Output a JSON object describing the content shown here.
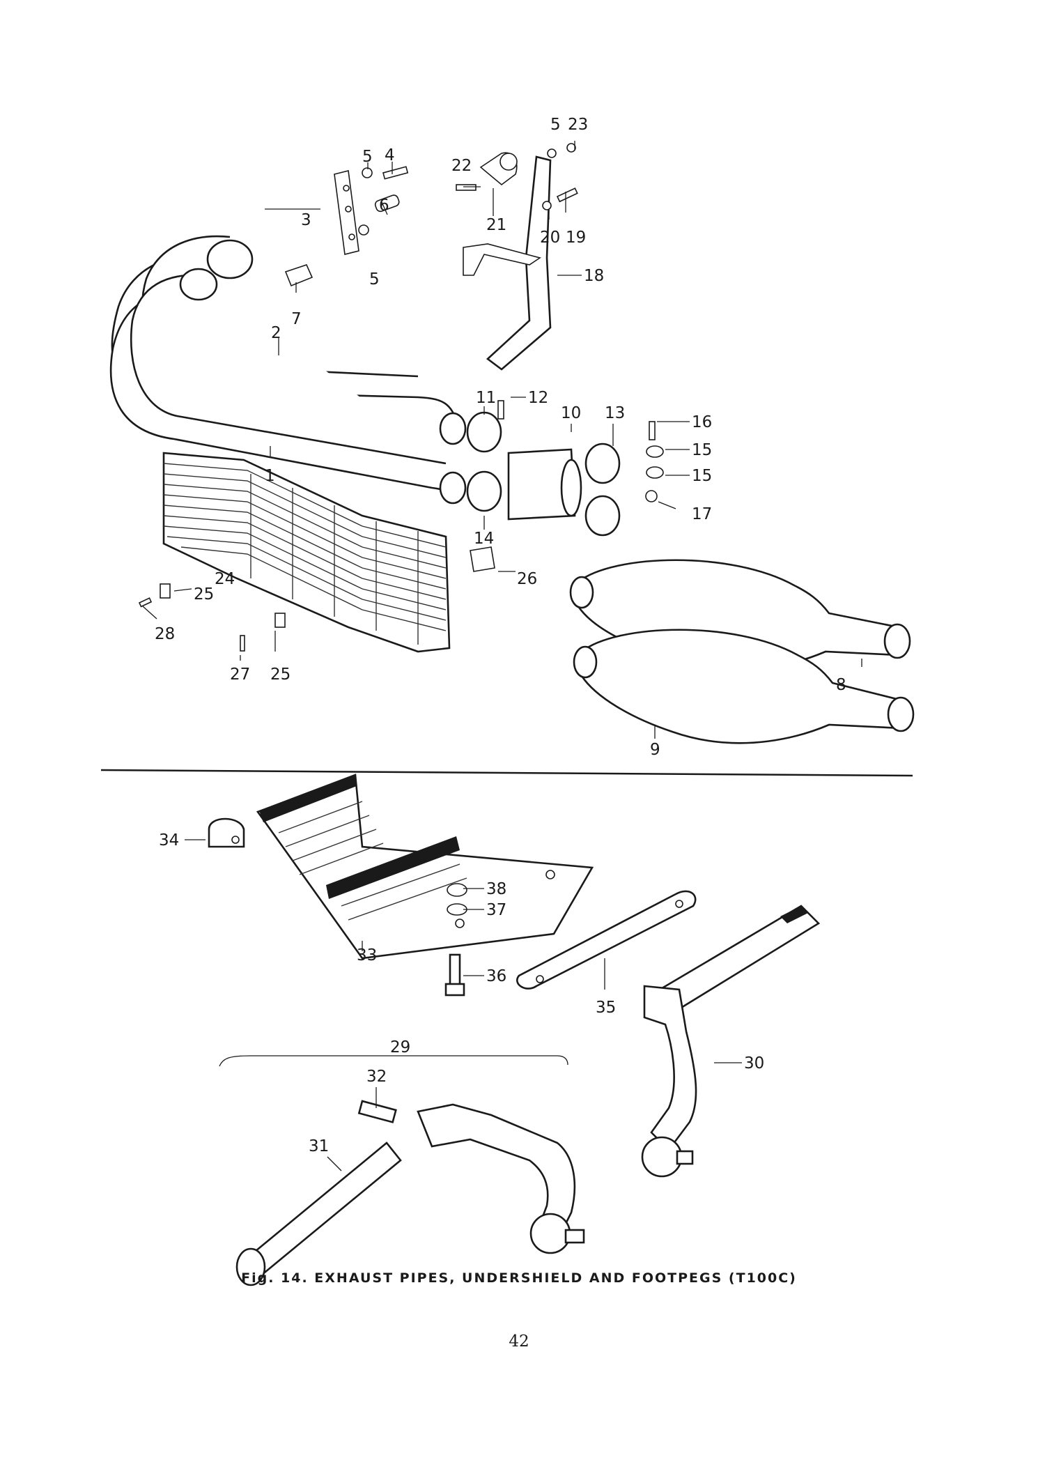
{
  "figure": {
    "upper_callouts": [
      "1",
      "2",
      "3",
      "4",
      "5",
      "5",
      "5",
      "6",
      "7",
      "8",
      "9",
      "10",
      "11",
      "12",
      "13",
      "14",
      "15",
      "15",
      "16",
      "17",
      "18",
      "19",
      "20",
      "21",
      "22",
      "23",
      "24",
      "25",
      "25",
      "26",
      "27",
      "28"
    ],
    "lower_callouts": [
      "29",
      "30",
      "31",
      "32",
      "33",
      "34",
      "35",
      "36",
      "37",
      "38"
    ]
  },
  "caption": "Fig. 14.  EXHAUST PIPES, UNDERSHIELD AND FOOTPEGS (T100C)",
  "page_number": "42"
}
